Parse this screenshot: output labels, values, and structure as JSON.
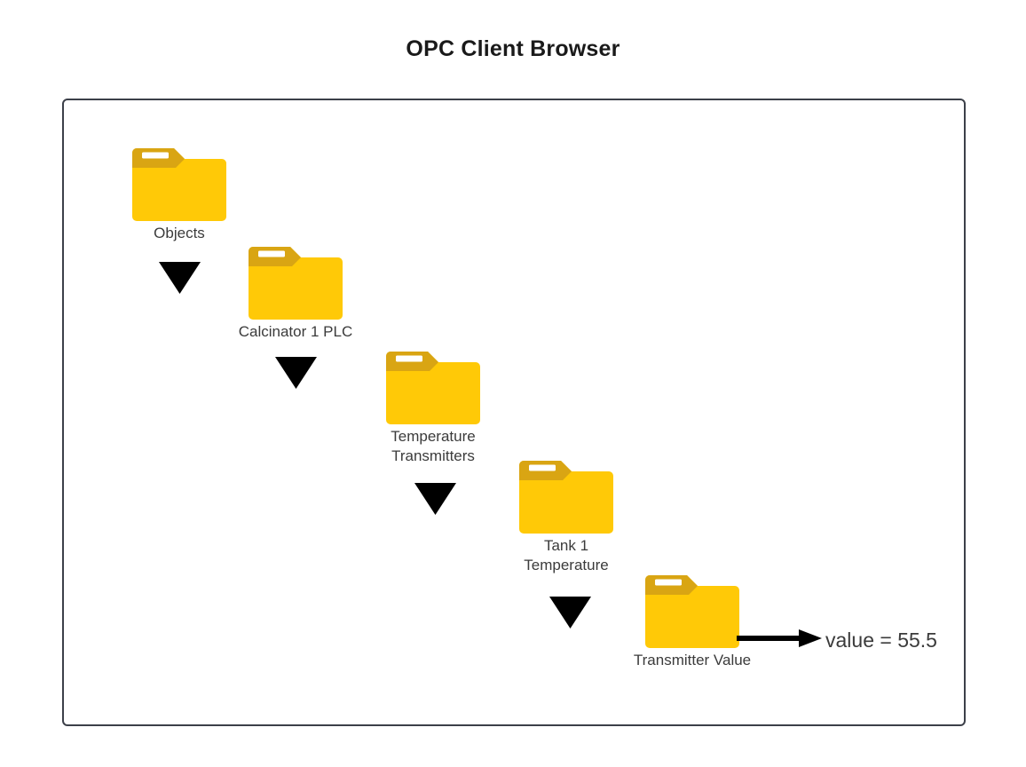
{
  "title": "OPC Client Browser",
  "colors": {
    "folder_body": "#FFC907",
    "folder_tab": "#D9A513",
    "folder_slot": "#FFFFFF",
    "frame_border": "#3C4049",
    "arrow": "#000000",
    "text": "#3B3B3B"
  },
  "diagram": {
    "nodes": [
      {
        "id": "objects",
        "label": "Objects",
        "icon": "folder-icon"
      },
      {
        "id": "calcinator-1-plc",
        "label": "Calcinator 1 PLC",
        "icon": "folder-icon"
      },
      {
        "id": "temperature-transmitters",
        "label": "Temperature\nTransmitters",
        "icon": "folder-icon"
      },
      {
        "id": "tank-1-temperature",
        "label": "Tank 1\nTemperature",
        "icon": "folder-icon"
      },
      {
        "id": "transmitter-value",
        "label": "Transmitter Value",
        "icon": "folder-icon"
      }
    ],
    "connectors": [
      {
        "id": "arrow-1",
        "icon": "triangle-down-icon"
      },
      {
        "id": "arrow-2",
        "icon": "triangle-down-icon"
      },
      {
        "id": "arrow-3",
        "icon": "triangle-down-icon"
      },
      {
        "id": "arrow-4",
        "icon": "triangle-down-icon"
      },
      {
        "id": "arrow-value",
        "icon": "arrow-right-icon"
      }
    ],
    "value_readout": "value = 55.5"
  }
}
